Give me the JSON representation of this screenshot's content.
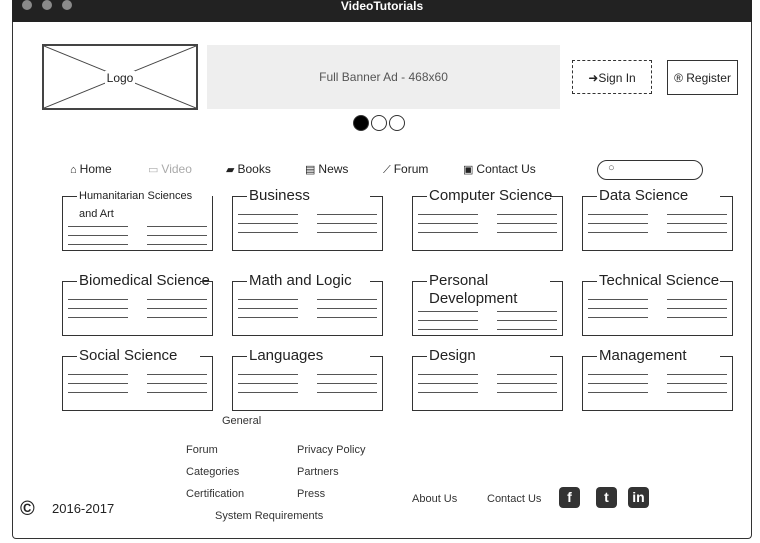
{
  "window": {
    "title": "VideoTutorials"
  },
  "header": {
    "logo_label": "Logo",
    "banner_label": "Full Banner Ad - 468x60",
    "signin_label": "Sign In",
    "register_label": "Register"
  },
  "nav": {
    "items": [
      {
        "label": "Home",
        "icon": "home-icon"
      },
      {
        "label": "Video",
        "icon": "video-icon",
        "disabled": true
      },
      {
        "label": "Books",
        "icon": "book-icon"
      },
      {
        "label": "News",
        "icon": "newspaper-icon"
      },
      {
        "label": "Forum",
        "icon": "forum-icon"
      },
      {
        "label": "Contact Us",
        "icon": "contact-card-icon"
      }
    ],
    "search_placeholder": ""
  },
  "categories": [
    "Humanitarian Sciences and Art",
    "Business",
    "Computer Science",
    "Data Science",
    "Biomedical Science",
    "Math and Logic",
    "Personal Development",
    "Technical Science",
    "Social Science",
    "Languages",
    "Design",
    "Management"
  ],
  "footer": {
    "general_label": "General",
    "col1": [
      "Forum",
      "Categories",
      "Certification"
    ],
    "col2": [
      "Privacy Policy",
      "Partners",
      "Press"
    ],
    "system_requirements": "System Requirements",
    "about_us": "About Us",
    "contact_us": "Contact Us",
    "copyright_years": "2016-2017",
    "social": [
      "facebook-icon",
      "twitter-icon",
      "linkedin-icon"
    ]
  },
  "carousel": {
    "count": 3,
    "active_index": 0
  }
}
